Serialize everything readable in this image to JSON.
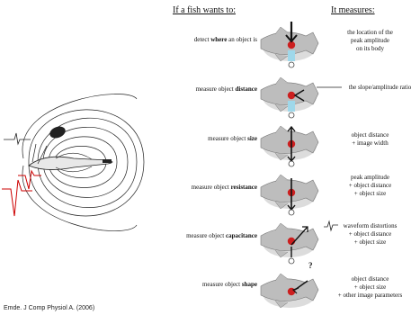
{
  "header": {
    "left": "If a fish wants to:",
    "right": "It measures:"
  },
  "rows": [
    {
      "task_pre": "detect ",
      "task_bold": "where",
      "task_post": " an object is",
      "measure": [
        "the location of the",
        "peak amplitude",
        "on its body"
      ]
    },
    {
      "task_pre": "measure object ",
      "task_bold": "distance",
      "task_post": "",
      "measure": [
        "the slope/amplitude ratio"
      ]
    },
    {
      "task_pre": "measure object ",
      "task_bold": "size",
      "task_post": "",
      "measure": [
        "object distance",
        "+ image width"
      ]
    },
    {
      "task_pre": "measure object ",
      "task_bold": "resistance",
      "task_post": "",
      "measure": [
        "peak amplitude",
        "+ object distance",
        "+ object size"
      ]
    },
    {
      "task_pre": "measure object ",
      "task_bold": "capacitance",
      "task_post": "",
      "measure": [
        "waveform distortions",
        "+ object distance",
        "+ object size"
      ]
    },
    {
      "task_pre": "measure object ",
      "task_bold": "shape",
      "task_post": "",
      "measure": [
        "object distance",
        "+ object size",
        "+ other image parameters"
      ]
    }
  ],
  "question_mark": "?",
  "citation": "Emde. J Comp Physiol A. (2006)"
}
